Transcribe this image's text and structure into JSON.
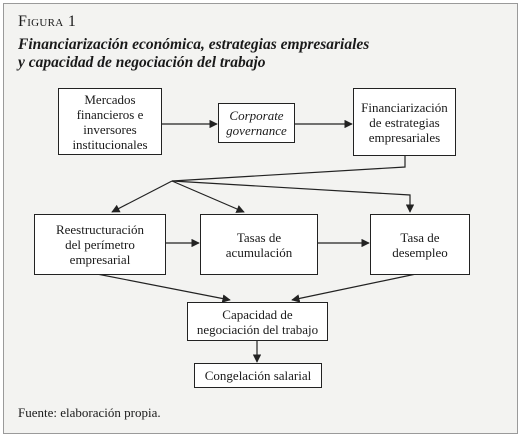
{
  "figure": {
    "label_prefix": "F",
    "label_rest": "igura",
    "number": "1",
    "title_line1": "Financiarización económica, estrategias empresariales",
    "title_line2": "y capacidad de negociación del trabajo"
  },
  "nodes": {
    "mercados": "Mercados\nfinancieros e\ninversores\ninstitucionales",
    "corporate": "Corporate\ngovernance",
    "financiarizacion": "Financiarización\nde estrategias\nempresariales",
    "reestructuracion": "Reestructuración\ndel perímetro\nempresarial",
    "tasas_acumulacion": "Tasas de\nacumulación",
    "tasa_desempleo": "Tasa de\ndesempleo",
    "capacidad": "Capacidad de\nnegociación del trabajo",
    "congelacion": "Congelación salarial"
  },
  "source": "Fuente: elaboración propia.",
  "colors": {
    "background": "#f3f3f1",
    "box_fill": "#ffffff",
    "line": "#222222"
  }
}
